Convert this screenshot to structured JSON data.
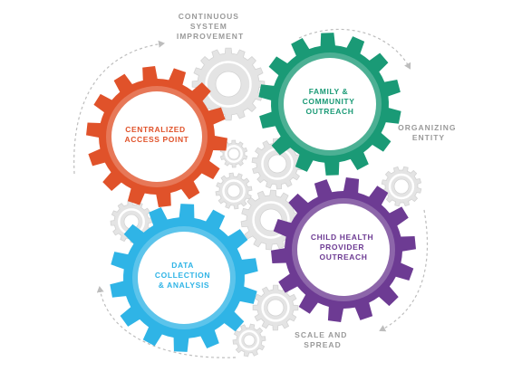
{
  "diagram": {
    "components": [
      {
        "id": "centralized",
        "label_lines": [
          "CENTRALIZED",
          "ACCESS POINT"
        ],
        "color": "#e0522a"
      },
      {
        "id": "family",
        "label_lines": [
          "FAMILY &",
          "COMMUNITY",
          "OUTREACH"
        ],
        "color": "#1a9a76"
      },
      {
        "id": "data",
        "label_lines": [
          "DATA",
          "COLLECTION",
          "& ANALYSIS"
        ],
        "color": "#2fb4e6"
      },
      {
        "id": "child",
        "label_lines": [
          "CHILD HEALTH",
          "PROVIDER",
          "OUTREACH"
        ],
        "color": "#6d3b93"
      }
    ],
    "outer_labels": {
      "continuous": [
        "CONTINUOUS",
        "SYSTEM",
        "IMPROVEMENT"
      ],
      "organizing": [
        "ORGANIZING",
        "ENTITY"
      ],
      "scale": [
        "SCALE AND",
        "SPREAD"
      ]
    },
    "colors": {
      "gray_gear": "#e4e4e4",
      "gray_gear_edge": "#d3d3d3",
      "arrow": "#bdbdbd",
      "outer_text": "#9a9a9a"
    }
  }
}
